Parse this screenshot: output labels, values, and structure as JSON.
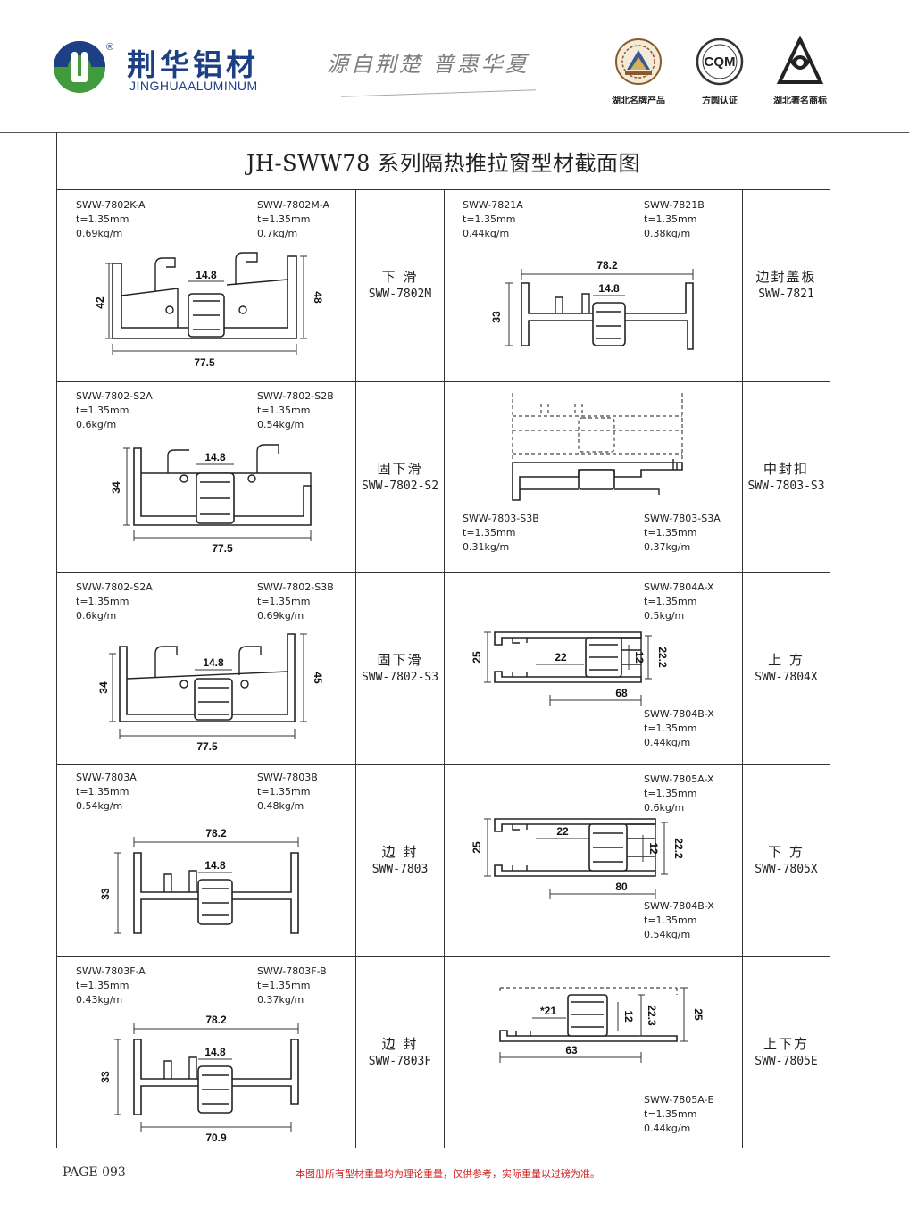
{
  "header": {
    "brand_cn": "荆华铝材",
    "brand_en": "JINGHUAALUMINUM",
    "registered_mark": "®",
    "slogan": "源自荆楚 普惠华夏",
    "certs": [
      {
        "label": "湖北名牌产品",
        "icon": "hubei-brand-seal-icon"
      },
      {
        "label": "方圆认证",
        "icon": "cqm-certification-icon",
        "badge_text": "CQM"
      },
      {
        "label": "湖北著名商标",
        "icon": "famous-trademark-icon"
      }
    ],
    "brand_colors": {
      "blue": "#1d3f84",
      "green": "#3f9b3b"
    }
  },
  "title": "JH-SWW78 系列隔热推拉窗型材截面图",
  "rows": [
    {
      "left": {
        "a": {
          "code": "SWW-7802K-A",
          "t": "t=1.35mm",
          "w": "0.69kg/m"
        },
        "b": {
          "code": "SWW-7802M-A",
          "t": "t=1.35mm",
          "w": "0.7kg/m"
        },
        "dims": {
          "left_h": "42",
          "right_h": "48",
          "gap": "14.8",
          "width": "77.5"
        }
      },
      "label_left": {
        "name": "下 滑",
        "code": "SWW-7802M"
      },
      "right": {
        "a": {
          "code": "SWW-7821A",
          "t": "t=1.35mm",
          "w": "0.44kg/m"
        },
        "b": {
          "code": "SWW-7821B",
          "t": "t=1.35mm",
          "w": "0.38kg/m"
        },
        "dims": {
          "width": "78.2",
          "gap": "14.8",
          "height": "33"
        }
      },
      "label_right": {
        "name": "边封盖板",
        "code": "SWW-7821"
      }
    },
    {
      "left": {
        "a": {
          "code": "SWW-7802-S2A",
          "t": "t=1.35mm",
          "w": "0.6kg/m"
        },
        "b": {
          "code": "SWW-7802-S2B",
          "t": "t=1.35mm",
          "w": "0.54kg/m"
        },
        "dims": {
          "left_h": "34",
          "gap": "14.8",
          "width": "77.5"
        }
      },
      "label_left": {
        "name": "固下滑",
        "code": "SWW-7802-S2"
      },
      "right": {
        "a": {
          "code": "SWW-7803-S3B",
          "t": "t=1.35mm",
          "w": "0.31kg/m"
        },
        "b": {
          "code": "SWW-7803-S3A",
          "t": "t=1.35mm",
          "w": "0.37kg/m"
        }
      },
      "label_right": {
        "name": "中封扣",
        "code": "SWW-7803-S3"
      }
    },
    {
      "left": {
        "a": {
          "code": "SWW-7802-S2A",
          "t": "t=1.35mm",
          "w": "0.6kg/m"
        },
        "b": {
          "code": "SWW-7802-S3B",
          "t": "t=1.35mm",
          "w": "0.69kg/m"
        },
        "dims": {
          "left_h": "34",
          "right_h": "45",
          "gap": "14.8",
          "width": "77.5"
        }
      },
      "label_left": {
        "name": "固下滑",
        "code": "SWW-7802-S3"
      },
      "right": {
        "a": {
          "code": "SWW-7804A-X",
          "t": "t=1.35mm",
          "w": "0.5kg/m"
        },
        "b": {
          "code": "SWW-7804B-X",
          "t": "t=1.35mm",
          "w": "0.44kg/m"
        },
        "dims": {
          "h_left": "25",
          "inner": "22",
          "h_mid": "12",
          "h_right": "22.2",
          "width": "68"
        }
      },
      "label_right": {
        "name": "上 方",
        "code": "SWW-7804X"
      }
    },
    {
      "left": {
        "a": {
          "code": "SWW-7803A",
          "t": "t=1.35mm",
          "w": "0.54kg/m"
        },
        "b": {
          "code": "SWW-7803B",
          "t": "t=1.35mm",
          "w": "0.48kg/m"
        },
        "dims": {
          "width": "78.2",
          "gap": "14.8",
          "height": "33"
        }
      },
      "label_left": {
        "name": "边 封",
        "code": "SWW-7803"
      },
      "right": {
        "a": {
          "code": "SWW-7805A-X",
          "t": "t=1.35mm",
          "w": "0.6kg/m"
        },
        "b": {
          "code": "SWW-7804B-X",
          "t": "t=1.35mm",
          "w": "0.54kg/m"
        },
        "dims": {
          "h_left": "25",
          "inner": "22",
          "h_mid": "12",
          "h_right": "22.2",
          "width": "80"
        }
      },
      "label_right": {
        "name": "下 方",
        "code": "SWW-7805X"
      }
    },
    {
      "left": {
        "a": {
          "code": "SWW-7803F-A",
          "t": "t=1.35mm",
          "w": "0.43kg/m"
        },
        "b": {
          "code": "SWW-7803F-B",
          "t": "t=1.35mm",
          "w": "0.37kg/m"
        },
        "dims": {
          "width": "78.2",
          "gap": "14.8",
          "height": "33",
          "bottom": "70.9"
        }
      },
      "label_left": {
        "name": "边 封",
        "code": "SWW-7803F"
      },
      "right": {
        "a": {
          "code": "SWW-7805A-E",
          "t": "t=1.35mm",
          "w": "0.44kg/m"
        },
        "dims": {
          "inner": "*21",
          "h_mid": "12",
          "h_a": "22.3",
          "h_b": "25",
          "width": "63"
        }
      },
      "label_right": {
        "name": "上下方",
        "code": "SWW-7805E"
      }
    }
  ],
  "footer": {
    "page": "PAGE 093",
    "note": "本图册所有型材重量均为理论重量，仅供参考，实际重量以过磅为准。"
  }
}
